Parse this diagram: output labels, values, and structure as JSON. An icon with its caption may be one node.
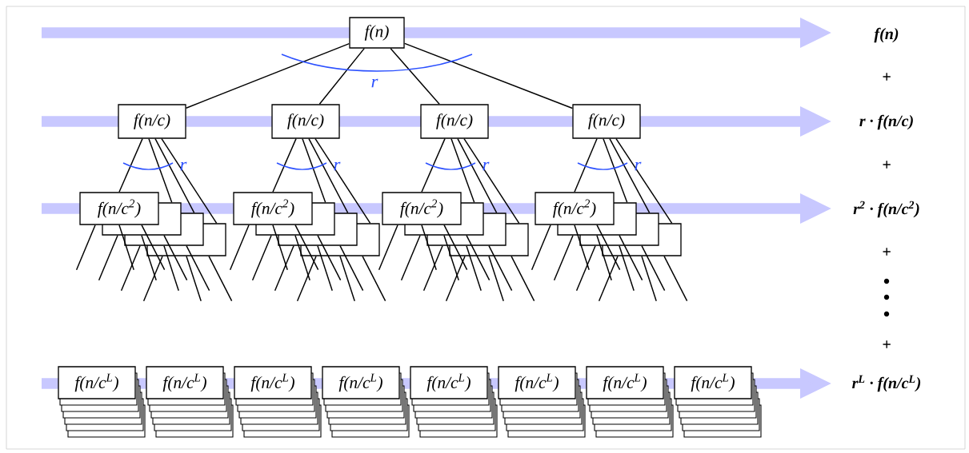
{
  "diagram": {
    "nodes": [
      {
        "text": [
          "f(n)"
        ]
      },
      {
        "text": [
          "f(n/c)"
        ]
      },
      {
        "text": [
          "f(n/c)"
        ]
      },
      {
        "text": [
          "f(n/c)"
        ]
      },
      {
        "text": [
          "f(n/c)"
        ]
      },
      {
        "text": [
          "f(n/c$^{2}$)"
        ]
      },
      {
        "text": [],
        "shape": "box"
      },
      {
        "text": [],
        "shape": "box"
      },
      {
        "text": [],
        "shape": "box"
      },
      {
        "text": [
          "f(n/c$^{2}$)"
        ]
      },
      {
        "text": [],
        "shape": "box"
      },
      {
        "text": [],
        "shape": "box"
      },
      {
        "text": [],
        "shape": "box"
      },
      {
        "text": [
          "f(n/c$^{2}$)"
        ]
      },
      {
        "text": [],
        "shape": "box"
      },
      {
        "text": [],
        "shape": "box"
      },
      {
        "text": [],
        "shape": "box"
      },
      {
        "text": [
          "f(n/c$^{2}$)"
        ]
      },
      {
        "text": [],
        "shape": "box"
      },
      {
        "text": [],
        "shape": "box"
      },
      {
        "text": [],
        "shape": "box"
      },
      {
        "text": [
          "f(n/c$^{L}$)"
        ]
      },
      {
        "text": [
          "f(n/c$^{L}$)"
        ]
      },
      {
        "text": [
          "f(n/c$^{L}$)"
        ]
      },
      {
        "text": [
          "f(n/c$^{L}$)"
        ]
      },
      {
        "text": [
          "f(n/c$^{L}$)"
        ]
      },
      {
        "text": [
          "f(n/c$^{L}$)"
        ]
      },
      {
        "text": [
          "f(n/c$^{L}$)"
        ]
      },
      {
        "text": [
          "f(n/c$^{L}$)"
        ]
      }
    ],
    "edges": [
      {
        "from": 0,
        "to": 1,
        "arrow": "none"
      },
      {
        "from": 0,
        "to": 2,
        "arrow": "none"
      },
      {
        "from": 0,
        "to": 3,
        "arrow": "none"
      },
      {
        "from": 0,
        "to": 4,
        "arrow": "none"
      },
      {
        "from": 1,
        "to": 5,
        "arrow": "none"
      },
      {
        "from": 1,
        "to": 6,
        "arrow": "none"
      },
      {
        "from": 1,
        "to": 7,
        "arrow": "none"
      },
      {
        "from": 1,
        "to": 8,
        "arrow": "none"
      },
      {
        "from": 2,
        "to": 9,
        "arrow": "none"
      },
      {
        "from": 2,
        "to": 10,
        "arrow": "none"
      },
      {
        "from": 2,
        "to": 11,
        "arrow": "none"
      },
      {
        "from": 2,
        "to": 12,
        "arrow": "none"
      },
      {
        "from": 3,
        "to": 13,
        "arrow": "none"
      },
      {
        "from": 3,
        "to": 14,
        "arrow": "none"
      },
      {
        "from": 3,
        "to": 15,
        "arrow": "none"
      },
      {
        "from": 3,
        "to": 16,
        "arrow": "none"
      },
      {
        "from": 4,
        "to": 17,
        "arrow": "none"
      },
      {
        "from": 4,
        "to": 18,
        "arrow": "none"
      },
      {
        "from": 4,
        "to": 19,
        "arrow": "none"
      },
      {
        "from": 4,
        "to": 20,
        "arrow": "none"
      },
      {
        "from": 5,
        "to": null,
        "arrow": "none"
      },
      {
        "from": 5,
        "to": null,
        "arrow": "none"
      },
      {
        "from": 5,
        "to": null,
        "arrow": "none"
      },
      {
        "from": 6,
        "to": null,
        "arrow": "none"
      },
      {
        "from": 6,
        "to": null,
        "arrow": "none"
      },
      {
        "from": 6,
        "to": null,
        "arrow": "none"
      },
      {
        "from": 7,
        "to": null,
        "arrow": "none"
      },
      {
        "from": 7,
        "to": null,
        "arrow": "none"
      },
      {
        "from": 7,
        "to": null,
        "arrow": "none"
      },
      {
        "from": 8,
        "to": null,
        "arrow": "none"
      },
      {
        "from": 8,
        "to": null,
        "arrow": "none"
      },
      {
        "from": 8,
        "to": null,
        "arrow": "none"
      },
      {
        "from": 9,
        "to": null,
        "arrow": "none"
      },
      {
        "from": 9,
        "to": null,
        "arrow": "none"
      },
      {
        "from": 9,
        "to": null,
        "arrow": "none"
      },
      {
        "from": 10,
        "to": null,
        "arrow": "none"
      },
      {
        "from": 10,
        "to": null,
        "arrow": "none"
      },
      {
        "from": 10,
        "to": null,
        "arrow": "none"
      },
      {
        "from": 11,
        "to": null,
        "arrow": "none"
      },
      {
        "from": 11,
        "to": null,
        "arrow": "none"
      },
      {
        "from": 11,
        "to": null,
        "arrow": "none"
      },
      {
        "from": 12,
        "to": null,
        "arrow": "none"
      },
      {
        "from": 12,
        "to": null,
        "arrow": "none"
      },
      {
        "from": 12,
        "to": null,
        "arrow": "none"
      },
      {
        "from": 13,
        "to": null,
        "arrow": "none"
      },
      {
        "from": 13,
        "to": null,
        "arrow": "none"
      },
      {
        "from": 13,
        "to": null,
        "arrow": "none"
      },
      {
        "from": 14,
        "to": null,
        "arrow": "none"
      },
      {
        "from": 14,
        "to": null,
        "arrow": "none"
      },
      {
        "from": 14,
        "to": null,
        "arrow": "none"
      },
      {
        "from": 15,
        "to": null,
        "arrow": "none"
      },
      {
        "from": 15,
        "to": null,
        "arrow": "none"
      },
      {
        "from": 15,
        "to": null,
        "arrow": "none"
      },
      {
        "from": 16,
        "to": null,
        "arrow": "none"
      },
      {
        "from": 16,
        "to": null,
        "arrow": "none"
      },
      {
        "from": 16,
        "to": null,
        "arrow": "none"
      },
      {
        "from": 17,
        "to": null,
        "arrow": "none"
      },
      {
        "from": 17,
        "to": null,
        "arrow": "none"
      },
      {
        "from": 17,
        "to": null,
        "arrow": "none"
      },
      {
        "from": 18,
        "to": null,
        "arrow": "none"
      },
      {
        "from": 18,
        "to": null,
        "arrow": "none"
      },
      {
        "from": 18,
        "to": null,
        "arrow": "none"
      },
      {
        "from": 19,
        "to": null,
        "arrow": "none"
      },
      {
        "from": 19,
        "to": null,
        "arrow": "none"
      },
      {
        "from": 19,
        "to": null,
        "arrow": "none"
      },
      {
        "from": 20,
        "to": null,
        "arrow": "none"
      },
      {
        "from": 20,
        "to": null,
        "arrow": "none"
      },
      {
        "from": 20,
        "to": null,
        "arrow": "none"
      }
    ],
    "labels": [
      "r",
      "r",
      "r",
      "r",
      "r",
      "f(n)",
      "+",
      "r · f(n/c)",
      "+",
      "r$^{2}$ · f(n/c$^{2}$)",
      "+",
      "+",
      "r$^{L}$ · f(n/c$^{L}$)"
    ]
  }
}
